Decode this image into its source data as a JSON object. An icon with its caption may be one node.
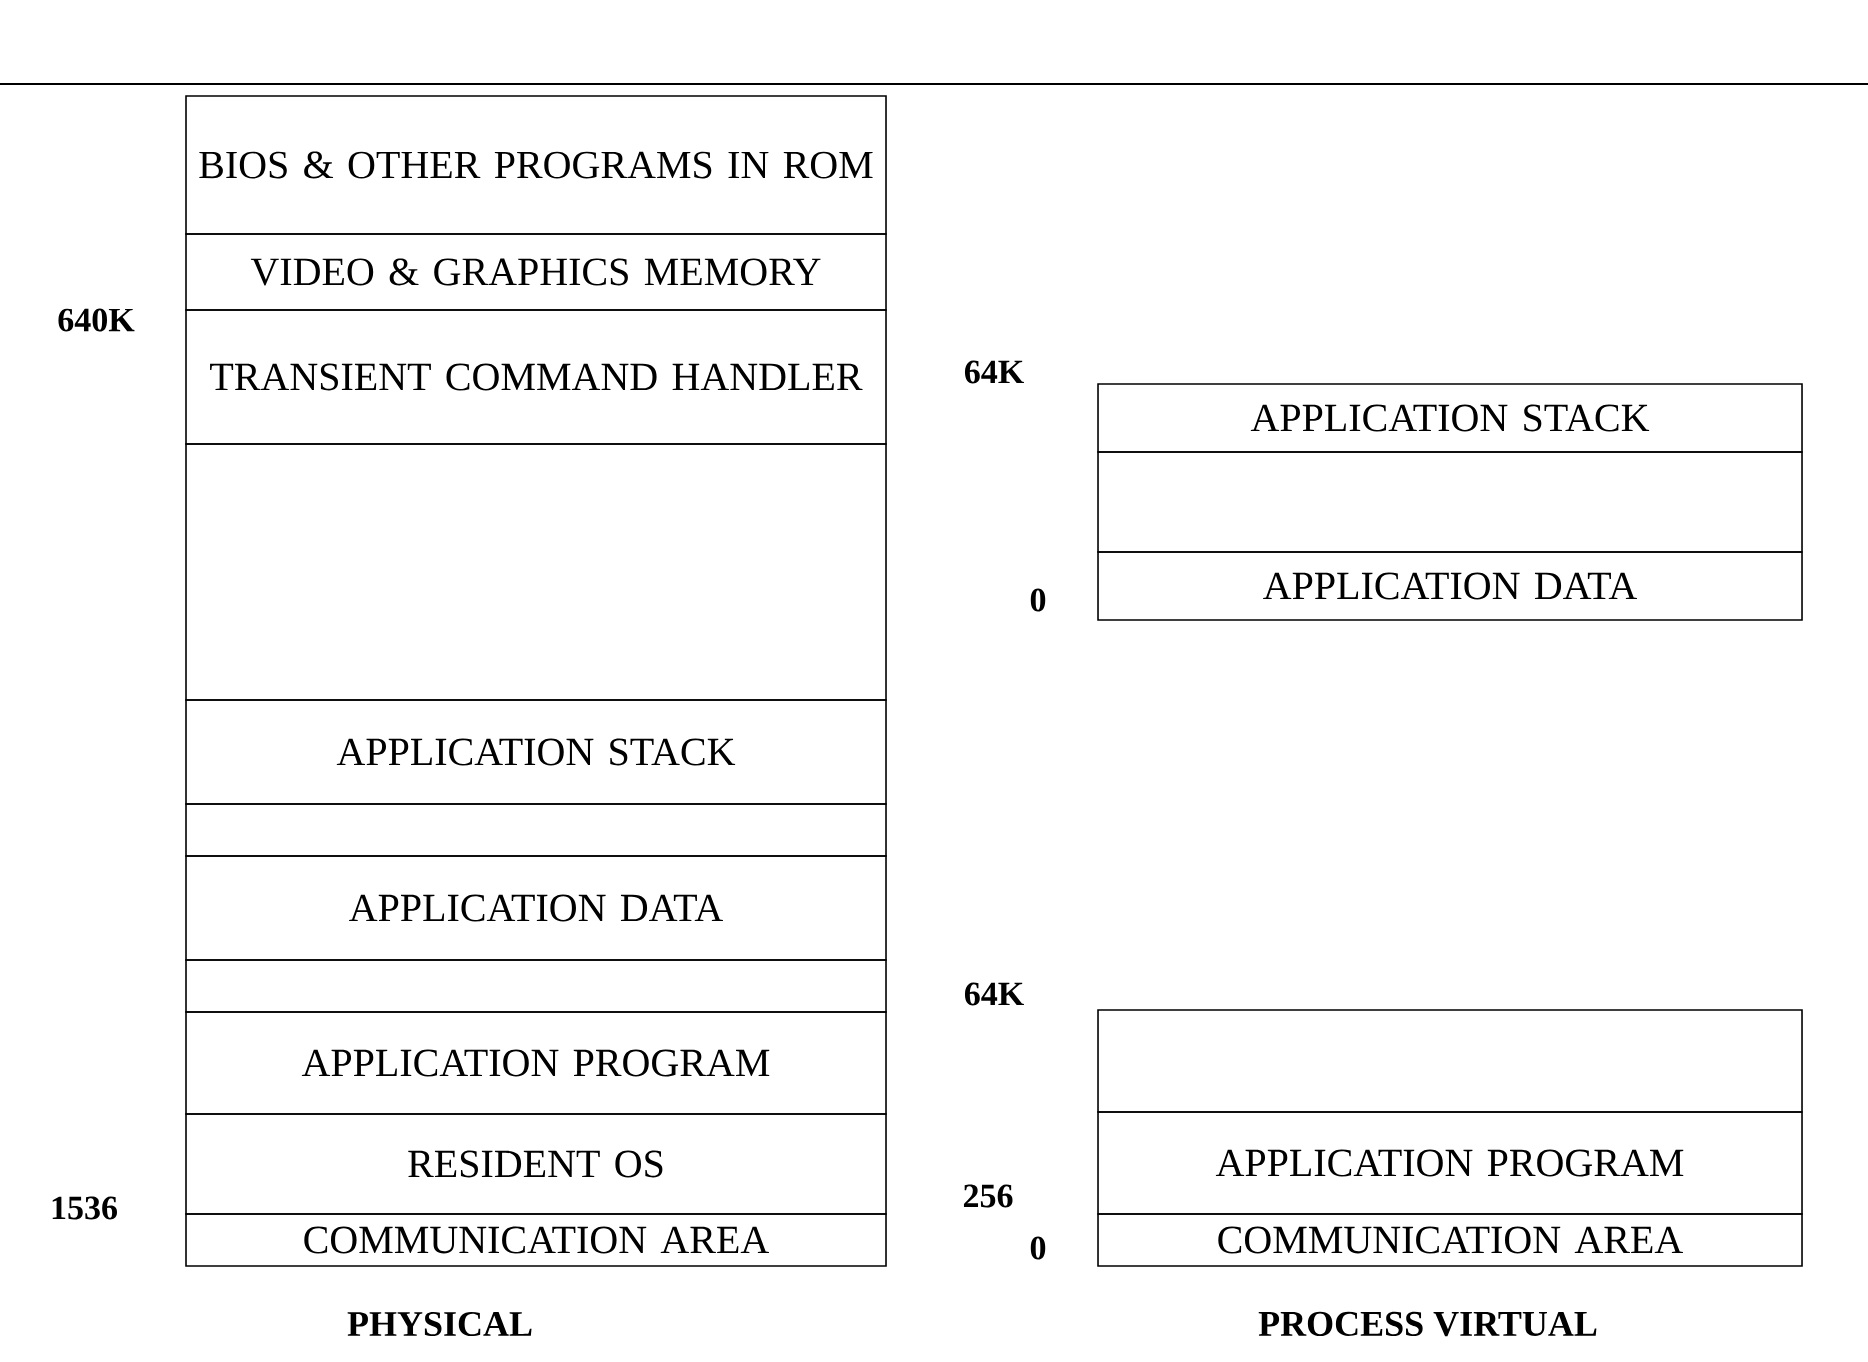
{
  "diagram": {
    "nodes": [
      {
        "text": [
          "BIOS & OTHER PROGRAMS IN ROM"
        ]
      },
      {
        "text": [
          "VIDEO & GRAPHICS MEMORY"
        ]
      },
      {
        "text": [
          "TRANSIENT COMMAND HANDLER"
        ]
      },
      {
        "text": [],
        "shape": "box"
      },
      {
        "text": [
          "APPLICATION STACK"
        ]
      },
      {
        "text": [],
        "shape": "box"
      },
      {
        "text": [
          "APPLICATION DATA"
        ]
      },
      {
        "text": [],
        "shape": "box"
      },
      {
        "text": [
          "APPLICATION PROGRAM"
        ]
      },
      {
        "text": [
          "RESIDENT OS"
        ]
      },
      {
        "text": [
          "COMMUNICATION AREA"
        ]
      },
      {
        "text": [
          "APPLICATION STACK"
        ]
      },
      {
        "text": [],
        "shape": "box"
      },
      {
        "text": [
          "APPLICATION DATA"
        ]
      },
      {
        "text": [],
        "shape": "box"
      },
      {
        "text": [
          "APPLICATION PROGRAM"
        ]
      },
      {
        "text": [
          "COMMUNICATION AREA"
        ]
      }
    ],
    "labels": [
      "640K",
      "64K",
      "0",
      "64K",
      "1536",
      "256",
      "0",
      "PHYSICAL",
      "PROCESS VIRTUAL"
    ]
  }
}
